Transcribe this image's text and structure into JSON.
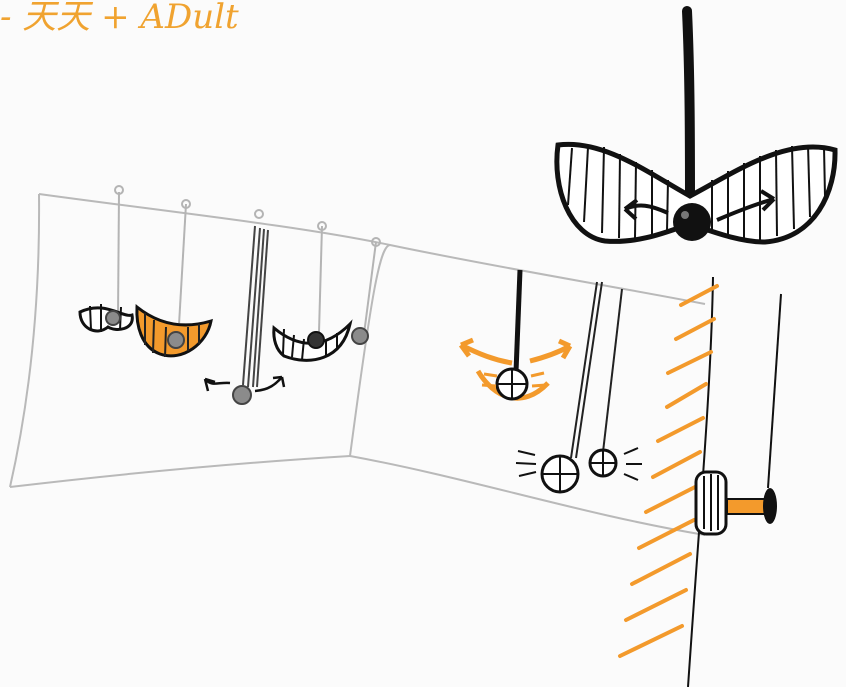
{
  "sketch": {
    "handwritten_label": "- 天天 + ADult",
    "colors": {
      "paper": "#fbfbfb",
      "ink": "#111111",
      "pencil": "#b9b9b9",
      "orange": "#f39a2c"
    },
    "elements": [
      "pendulum-large-icon",
      "room-wall",
      "hanging-crescent-pendulums",
      "pendulum-with-orange-motion",
      "ball-pendulums",
      "hatched-wall",
      "knob-bumper"
    ]
  }
}
